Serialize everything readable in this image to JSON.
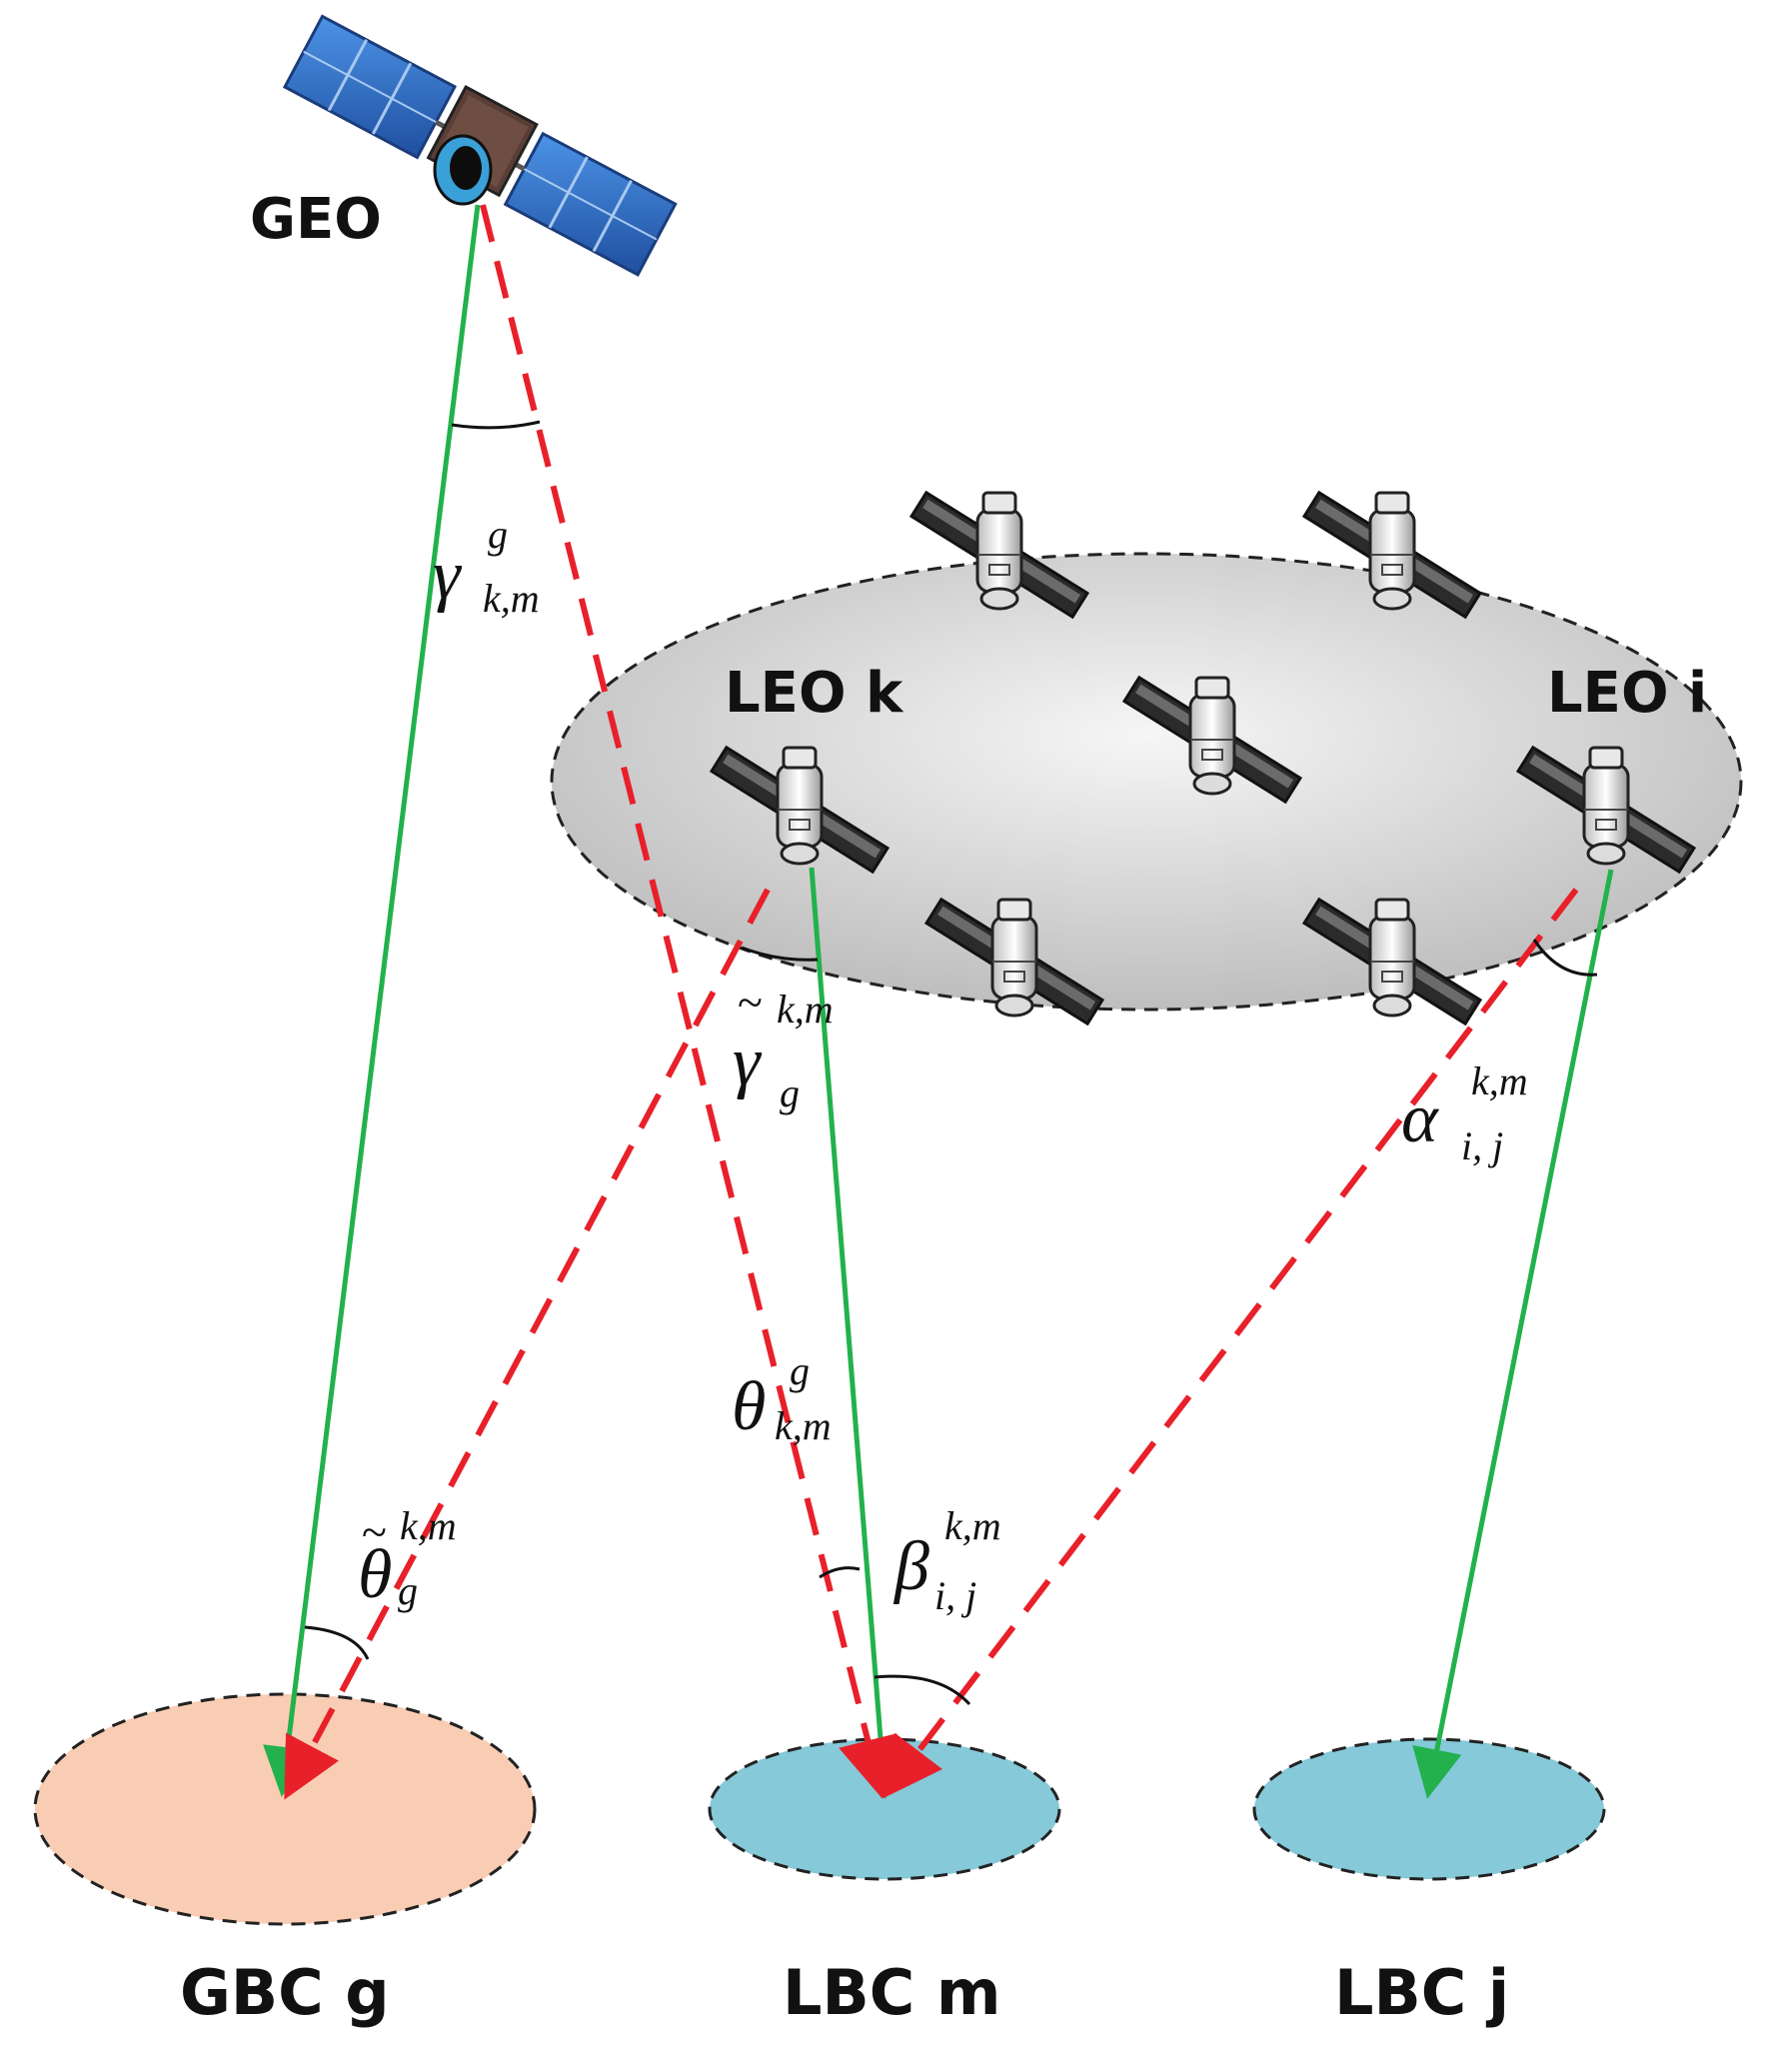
{
  "colors": {
    "signal": "#22b14c",
    "interference": "#e8202a",
    "gbc_fill": "#f9cdb4",
    "lbc_fill": "#86c9d8",
    "leo_orbit_fill": "#d6d6d6",
    "geo_panel": "#2f6fc4"
  },
  "labels": {
    "geo": "GEO",
    "leo_k": "LEO k",
    "leo_i": "LEO i",
    "gbc_g": "GBC g",
    "lbc_m": "LBC m",
    "lbc_j": "LBC j"
  },
  "angles": {
    "gamma": {
      "symbol": "γ",
      "sup": "g",
      "sub": "k,m"
    },
    "gamma_tilde": {
      "symbol": "γ",
      "tilde": "~",
      "sup": "k,m",
      "sub": "g"
    },
    "alpha": {
      "symbol": "α",
      "sup": "k,m",
      "sub": "i, j"
    },
    "theta": {
      "symbol": "θ",
      "sup": "g",
      "sub": "k,m"
    },
    "theta_tilde": {
      "symbol": "θ",
      "tilde": "~",
      "sup": "k,m",
      "sub": "g"
    },
    "beta": {
      "symbol": "β",
      "sup": "k,m",
      "sub": "i, j"
    }
  },
  "icons": {
    "geo_satellite": "satellite-geo-icon",
    "leo_satellite": "satellite-leo-icon"
  }
}
